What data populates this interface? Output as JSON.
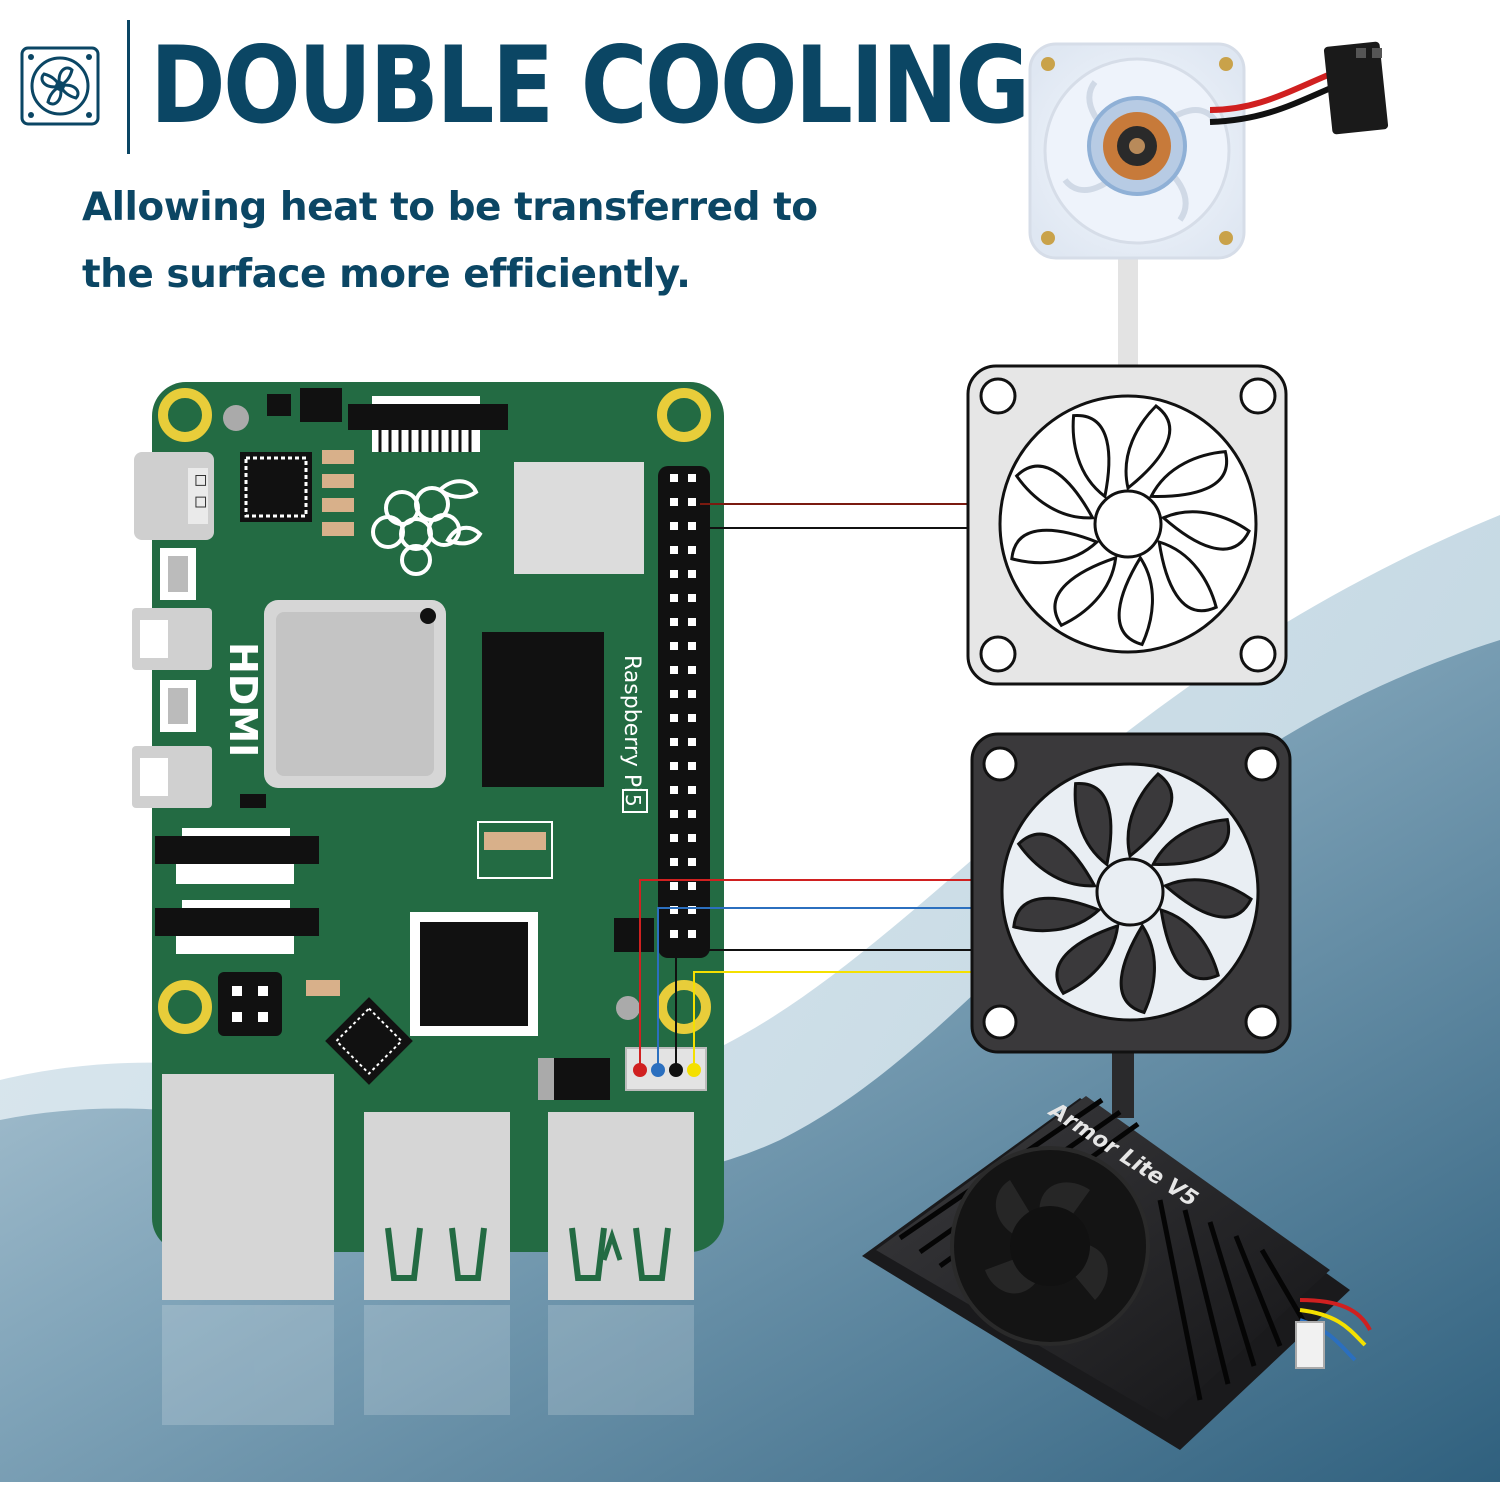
{
  "header": {
    "title": "DOUBLE COOLING",
    "subtitle_line1": "Allowing heat to be transferred to",
    "subtitle_line2": "the surface more efficiently.",
    "icon": "fan-icon"
  },
  "board": {
    "brand_label": "Raspberry Pi",
    "model_label": "5",
    "port_label": "HDMI"
  },
  "product": {
    "name": "Armor Lite V5"
  },
  "colors": {
    "brand": "#0b4664",
    "pcb": "#236b43",
    "fan_dark": "#3a393b",
    "fan_light": "#e6e6e6",
    "wire_red": "#d02020",
    "wire_blue": "#2b6fbf",
    "wire_yellow": "#f4e000",
    "wire_black": "#111111",
    "mount_hole": "#e8cd3a"
  }
}
